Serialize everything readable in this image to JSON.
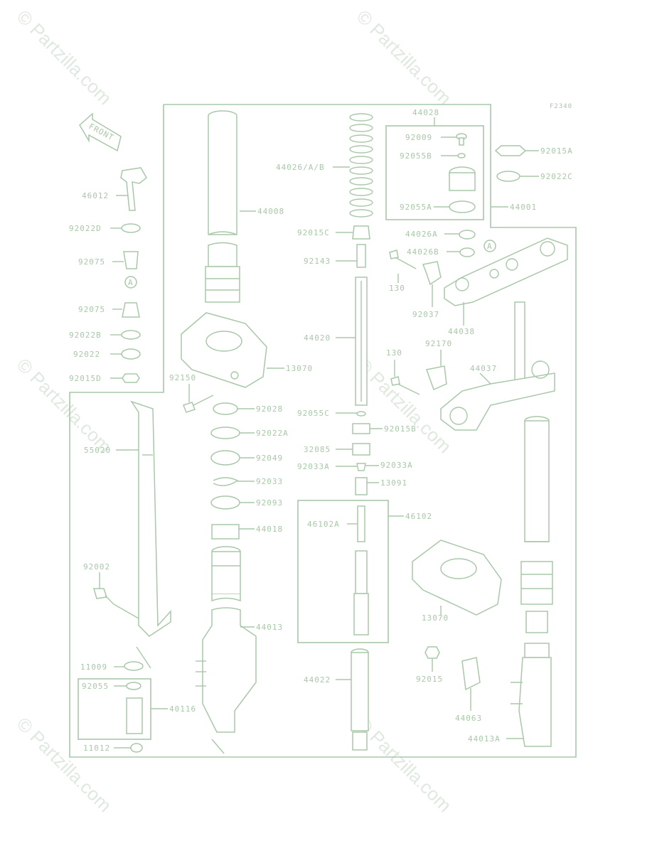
{
  "watermark": "© Partzilla.com",
  "figure_code": "F2340",
  "front_label": "FRONT",
  "ref_mark": "A",
  "labels": {
    "p46012": "46012",
    "p92022D": "92022D",
    "p92075a": "92075",
    "p92075b": "92075",
    "p92022B": "92022B",
    "p92022": "92022",
    "p92015D": "92015D",
    "p44008": "44008",
    "p44026AB": "44026/A/B",
    "p44028": "44028",
    "p92009": "92009",
    "p92055B": "92055B",
    "p92055A": "92055A",
    "p92015A": "92015A",
    "p92022C": "92022C",
    "p44001": "44001",
    "p92015C": "92015C",
    "p92143": "92143",
    "p44026A": "44026A",
    "p44026B": "44026B",
    "p130a": "130",
    "p92037": "92037",
    "p44038": "44038",
    "p44020": "44020",
    "p13070a": "13070",
    "p92150": "92150",
    "p130b": "130",
    "p92170": "92170",
    "p44037": "44037",
    "p92028": "92028",
    "p92055C": "92055C",
    "p92015B": "92015B",
    "p55020": "55020",
    "p92022A": "92022A",
    "p32085": "32085",
    "p92049": "92049",
    "p92033Aa": "92033A",
    "p92033Ab": "92033A",
    "p92033": "92033",
    "p13091": "13091",
    "p92093": "92093",
    "p44018": "44018",
    "p46102": "46102",
    "p46102A": "46102A",
    "p92002": "92002",
    "p44013": "44013",
    "p13070b": "13070",
    "p11009": "11009",
    "p44022": "44022",
    "p92015": "92015",
    "p92055": "92055",
    "p40116": "40116",
    "p44063": "44063",
    "p11012": "11012",
    "p44013A": "44013A"
  }
}
